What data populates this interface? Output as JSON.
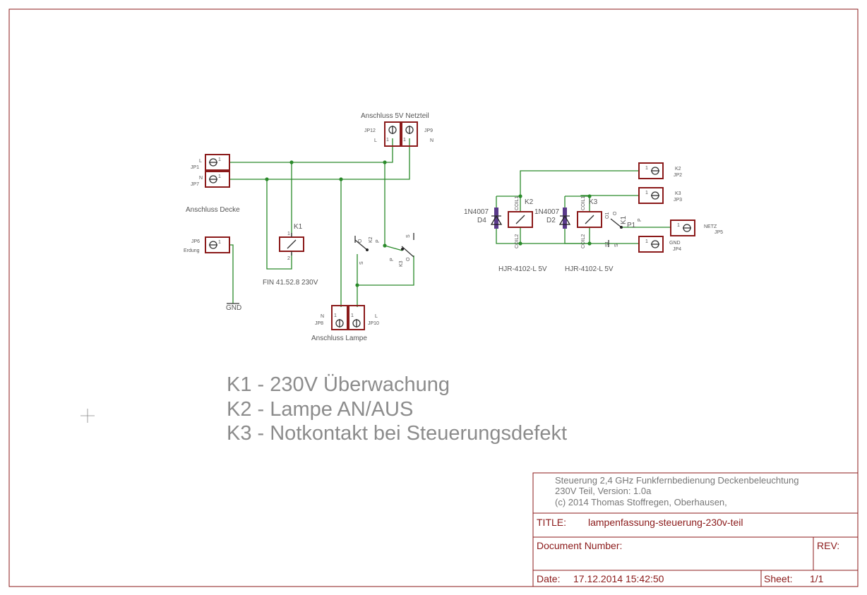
{
  "frame": {
    "color": "#8b1a1a",
    "wire_color": "#2a8a2a"
  },
  "connectors": {
    "netzteil": {
      "title": "Anschluss 5V Netzteil",
      "left_name": "JP12",
      "left_pin": "L",
      "right_name": "JP9",
      "right_pin": "N"
    },
    "jp1": {
      "name": "JP1",
      "pin": "L"
    },
    "jp7": {
      "name": "JP7",
      "pin": "N"
    },
    "decke_label": "Anschluss Decke",
    "jp6": {
      "name": "JP6",
      "pin": "Erdung"
    },
    "gnd": "GND",
    "lampe": {
      "title": "Anschluss Lampe",
      "left_name": "JP8",
      "left_pin": "N",
      "right_name": "JP10",
      "right_pin": "L"
    },
    "jp2": {
      "name": "JP2",
      "pin": "K2"
    },
    "jp3": {
      "name": "JP3",
      "pin": "K3"
    },
    "jp4": {
      "name": "JP4",
      "pin": "GND"
    },
    "jp5": {
      "name": "JP5",
      "pin": "NETZ"
    }
  },
  "relays": {
    "k1": {
      "name": "K1",
      "type": "FIN 41.52.8 230V",
      "pin_a": "1",
      "pin_b": "2"
    },
    "k2": {
      "name": "K2",
      "type": "HJR-4102-L 5V",
      "coil1": "COIL1",
      "coil2": "COIL2"
    },
    "k3": {
      "name": "K3",
      "type": "HJR-4102-L 5V",
      "coil1": "COIL1",
      "coil2": "COIL2"
    },
    "k2_contact": {
      "name": "K2",
      "o": "O",
      "p": "P",
      "s": "S"
    },
    "k3_contact": {
      "name": "K3",
      "o": "O",
      "p": "P",
      "s": "S"
    },
    "k1_contact": {
      "name": "K1",
      "o": "O1",
      "p": "P1",
      "s": "S1"
    }
  },
  "diodes": {
    "d4": {
      "name": "D4",
      "type": "1N4007"
    },
    "d2": {
      "name": "D2",
      "type": "1N4007"
    }
  },
  "pin_one": "1",
  "notes": [
    "K1 - 230V Überwachung",
    "K2 - Lampe AN/AUS",
    "K3 - Notkontakt bei Steuerungsdefekt"
  ],
  "titleblock": {
    "description": [
      "Steuerung 2,4 GHz Funkfernbedienung Deckenbeleuchtung",
      "230V Teil, Version: 1.0a",
      "(c) 2014 Thomas Stoffregen, Oberhausen,"
    ],
    "title_label": "TITLE:",
    "title_value": "lampenfassung-steuerung-230v-teil",
    "docnum_label": "Document Number:",
    "rev_label": "REV:",
    "date_label": "Date:",
    "date_value": "17.12.2014 15:42:50",
    "sheet_label": "Sheet:",
    "sheet_value": "1/1"
  }
}
